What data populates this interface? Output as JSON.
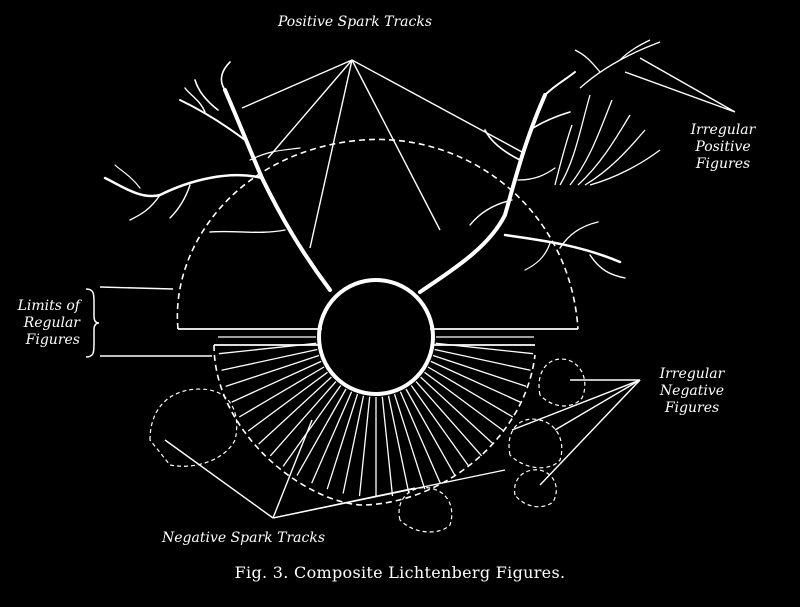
{
  "labels": {
    "positive_spark_tracks": "Positive Spark Tracks",
    "irregular_positive_figures": [
      "Irregular",
      "Positive",
      "Figures"
    ],
    "limits_of_regular_figures": [
      "Limits of",
      "Regular",
      "Figures"
    ],
    "irregular_negative_figures": [
      "Irregular",
      "Negative",
      "Figures"
    ],
    "negative_spark_tracks": "Negative Spark Tracks"
  },
  "caption": "Fig. 3. Composite Lichtenberg Figures.",
  "colors": {
    "background": "#000000",
    "ink": "#ffffff"
  }
}
